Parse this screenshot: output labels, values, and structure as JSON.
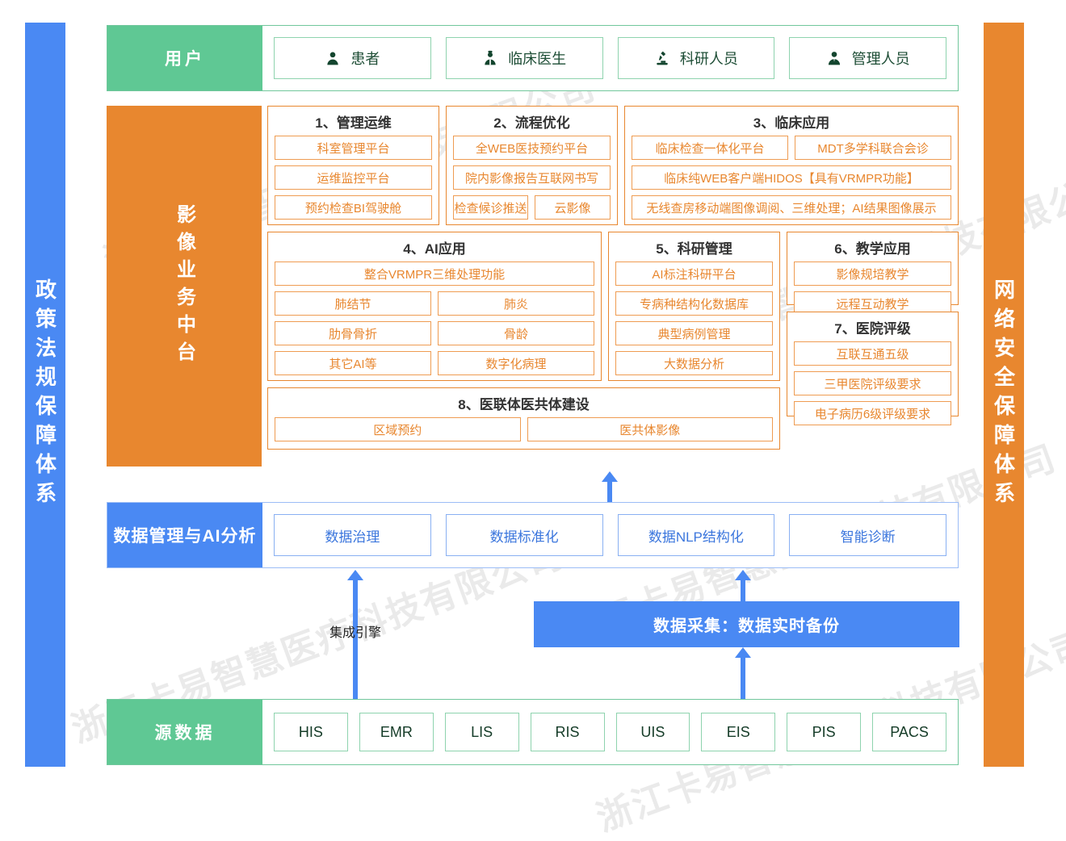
{
  "pillars": {
    "left": "政策法规保障体系",
    "right": "网络安全保障体系"
  },
  "user_row": {
    "label": "用户",
    "items": [
      {
        "label": "患者",
        "icon": "patient-icon"
      },
      {
        "label": "临床医生",
        "icon": "doctor-icon"
      },
      {
        "label": "科研人员",
        "icon": "microscope-icon"
      },
      {
        "label": "管理人员",
        "icon": "manager-icon"
      }
    ]
  },
  "middle": {
    "label": "影像业务中台",
    "groups": [
      {
        "id": "g1",
        "title": "1、管理运维",
        "rows": [
          [
            {
              "text": "科室管理平台"
            }
          ],
          [
            {
              "text": "运维监控平台"
            }
          ],
          [
            {
              "text": "预约检查BI驾驶舱"
            }
          ]
        ]
      },
      {
        "id": "g2",
        "title": "2、流程优化",
        "rows": [
          [
            {
              "text": "全WEB医技预约平台"
            }
          ],
          [
            {
              "text": "院内影像报告互联网书写"
            }
          ],
          [
            {
              "text": "检查候诊推送"
            },
            {
              "text": "云影像",
              "narrow": true
            }
          ]
        ]
      },
      {
        "id": "g3",
        "title": "3、临床应用",
        "rows": [
          [
            {
              "text": "临床检查一体化平台"
            },
            {
              "text": "MDT多学科联合会诊"
            }
          ],
          [
            {
              "text": "临床纯WEB客户端HIDOS【具有VRMPR功能】"
            }
          ],
          [
            {
              "text": "无线查房移动端图像调阅、三维处理；AI结果图像展示"
            }
          ]
        ]
      },
      {
        "id": "g4",
        "title": "4、AI应用",
        "rows": [
          [
            {
              "text": "整合VRMPR三维处理功能"
            }
          ],
          [
            {
              "text": "肺结节"
            },
            {
              "text": "肺炎"
            }
          ],
          [
            {
              "text": "肋骨骨折"
            },
            {
              "text": "骨龄"
            }
          ],
          [
            {
              "text": "其它AI等"
            },
            {
              "text": "数字化病理"
            }
          ]
        ]
      },
      {
        "id": "g5",
        "title": "5、科研管理",
        "rows": [
          [
            {
              "text": "AI标注科研平台"
            }
          ],
          [
            {
              "text": "专病种结构化数据库"
            }
          ],
          [
            {
              "text": "典型病例管理"
            }
          ],
          [
            {
              "text": "大数据分析"
            }
          ]
        ]
      },
      {
        "id": "g6",
        "title": "6、教学应用",
        "rows": [
          [
            {
              "text": "影像规培教学"
            }
          ],
          [
            {
              "text": "远程互动教学"
            }
          ]
        ]
      },
      {
        "id": "g7",
        "title": "7、医院评级",
        "rows": [
          [
            {
              "text": "互联互通五级"
            }
          ],
          [
            {
              "text": "三甲医院评级要求"
            }
          ],
          [
            {
              "text": "电子病历6级评级要求"
            }
          ]
        ]
      },
      {
        "id": "g8",
        "title": "8、医联体医共体建设",
        "rows": [
          [
            {
              "text": "区域预约"
            },
            {
              "text": "医共体影像"
            }
          ]
        ]
      }
    ]
  },
  "data_mgmt_row": {
    "label": "数据管理与AI分析",
    "items": [
      {
        "label": "数据治理"
      },
      {
        "label": "数据标准化"
      },
      {
        "label": "数据NLP结构化"
      },
      {
        "label": "智能诊断"
      }
    ]
  },
  "middle_gap": {
    "engine_label": "集成引擎",
    "collect_box": "数据采集：数据实时备份"
  },
  "source_row": {
    "label": "源数据",
    "items": [
      {
        "label": "HIS"
      },
      {
        "label": "EMR"
      },
      {
        "label": "LIS"
      },
      {
        "label": "RIS"
      },
      {
        "label": "UIS"
      },
      {
        "label": "EIS"
      },
      {
        "label": "PIS"
      },
      {
        "label": "PACS"
      }
    ]
  },
  "watermark": {
    "text": "浙江卡易智慧医疗科技有限公司"
  },
  "colors": {
    "blue": "#4a89f3",
    "orange": "#e8872f",
    "green": "#5fc894",
    "orange_text": "#e8872f",
    "blue_text": "#3b76dd"
  }
}
